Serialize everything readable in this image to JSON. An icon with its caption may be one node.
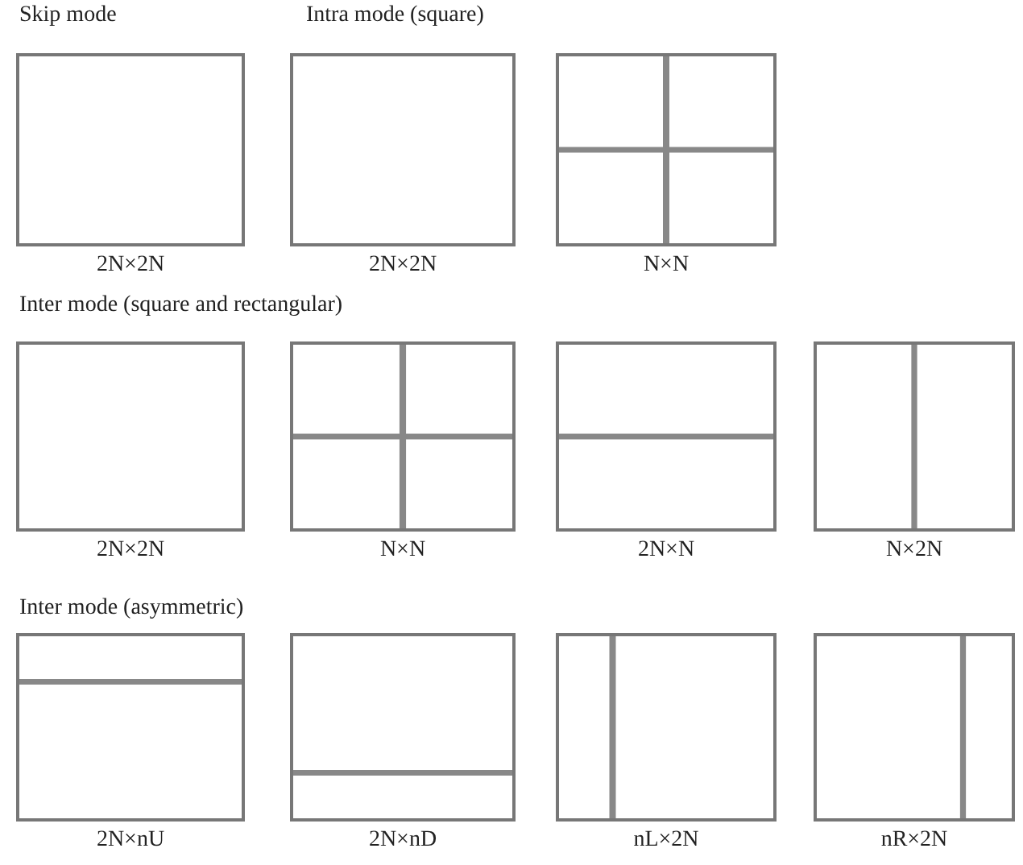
{
  "diagram": {
    "nodes": [
      {
        "text": [],
        "shape": "box",
        "beside": [
          "2N×2N"
        ]
      },
      {
        "text": [],
        "shape": "box",
        "beside": [
          "2N×2N"
        ]
      },
      {
        "text": [],
        "shape": "box",
        "beside": [
          "N×N"
        ]
      },
      {
        "text": [],
        "shape": "box",
        "beside": [
          "2N×2N"
        ]
      },
      {
        "text": [],
        "shape": "box",
        "beside": [
          "N×N"
        ]
      },
      {
        "text": [],
        "shape": "box",
        "beside": [
          "2N×N"
        ]
      },
      {
        "text": [],
        "shape": "box",
        "beside": [
          "N×2N"
        ]
      },
      {
        "text": [],
        "shape": "box",
        "beside": [
          "2N×nU"
        ]
      },
      {
        "text": [],
        "shape": "box",
        "beside": [
          "2N×nD"
        ]
      },
      {
        "text": [],
        "shape": "box",
        "beside": [
          "nL×2N"
        ]
      },
      {
        "text": [],
        "shape": "box",
        "beside": [
          "nR×2N"
        ]
      }
    ],
    "labels": [
      "Skip mode",
      "Intra mode (square)",
      "Inter mode (square and rectangular)",
      "Inter mode (asymmetric)"
    ]
  }
}
